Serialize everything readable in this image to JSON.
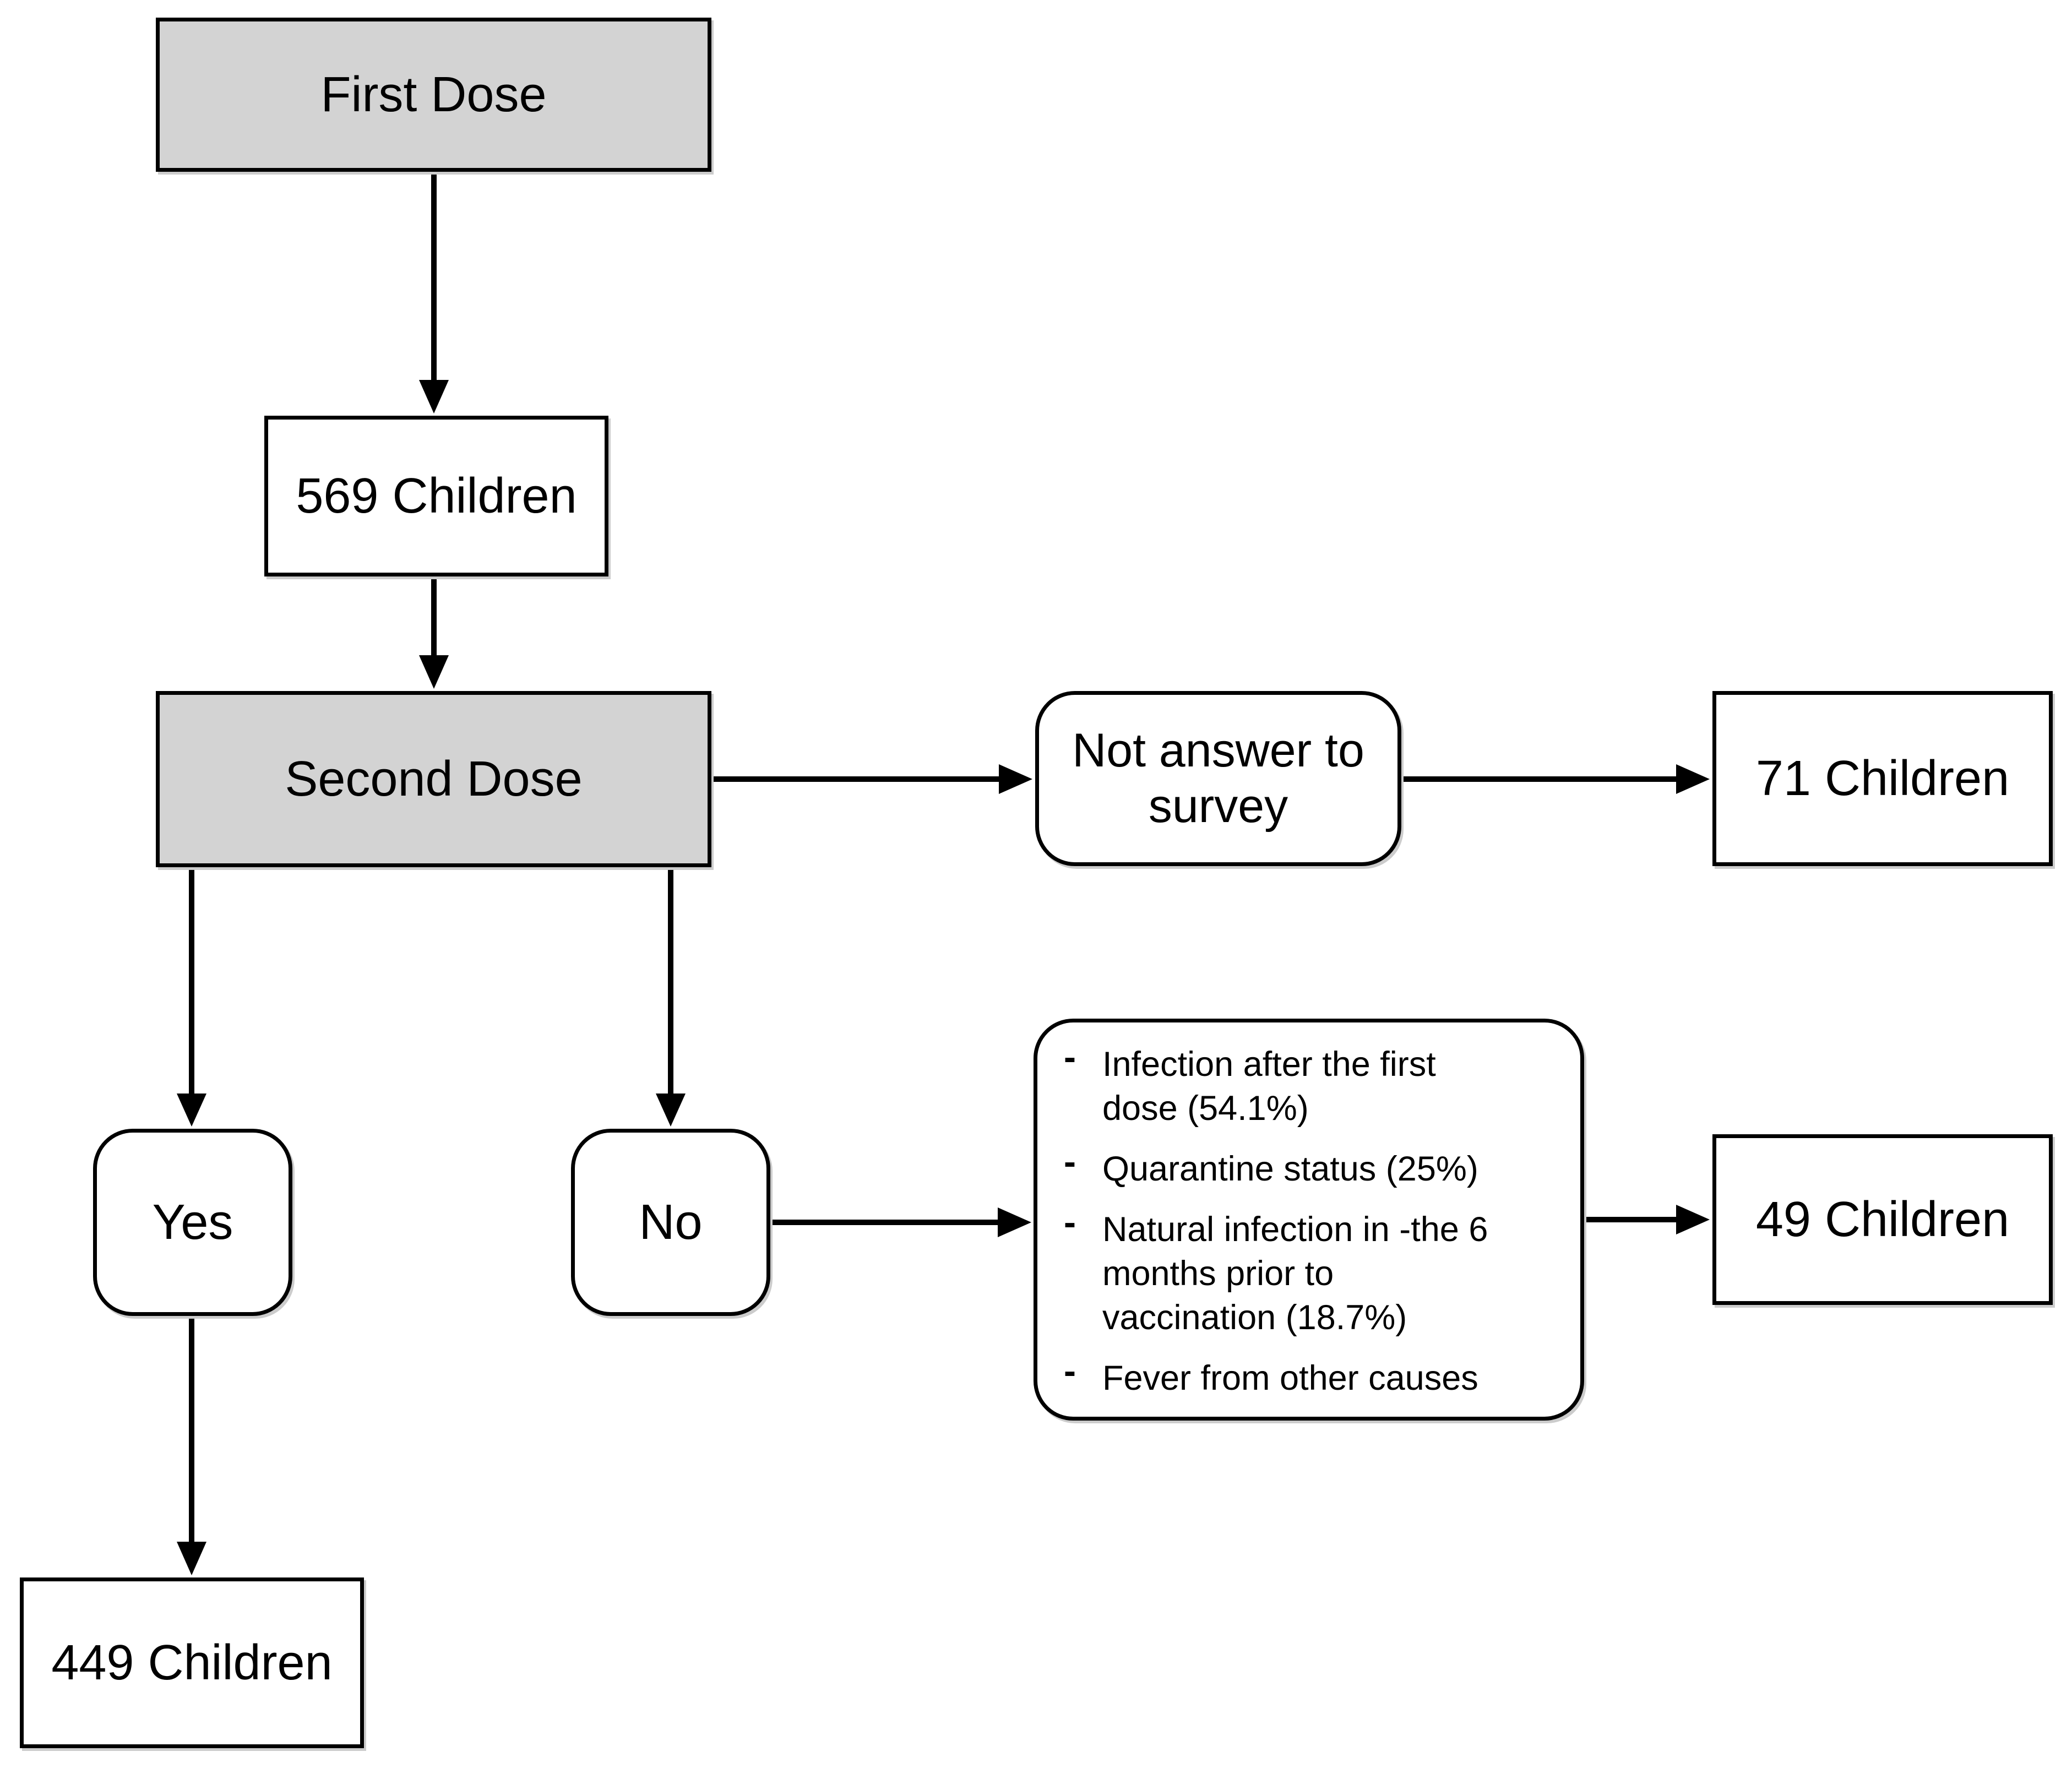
{
  "nodes": {
    "first_dose": {
      "label": "First Dose"
    },
    "children_569": {
      "label": "569 Children"
    },
    "second_dose": {
      "label": "Second Dose"
    },
    "not_answer": {
      "label": "Not answer to\nsurvey"
    },
    "children_71": {
      "label": "71 Children"
    },
    "yes": {
      "label": "Yes"
    },
    "no": {
      "label": "No"
    },
    "reasons": {
      "marker": "-",
      "bullets": [
        "Infection after the first\ndose (54.1%)",
        "Quarantine status (25%)",
        "Natural infection in -the 6\nmonths prior to\nvaccination (18.7%)",
        "Fever from other causes"
      ]
    },
    "children_49": {
      "label": "49 Children"
    },
    "children_449": {
      "label": "449 Children"
    }
  },
  "edges": [
    {
      "from": "first_dose",
      "to": "children_569"
    },
    {
      "from": "children_569",
      "to": "second_dose"
    },
    {
      "from": "second_dose",
      "to": "not_answer"
    },
    {
      "from": "not_answer",
      "to": "children_71"
    },
    {
      "from": "second_dose",
      "to": "yes"
    },
    {
      "from": "second_dose",
      "to": "no"
    },
    {
      "from": "yes",
      "to": "children_449"
    },
    {
      "from": "no",
      "to": "reasons"
    },
    {
      "from": "reasons",
      "to": "children_49"
    }
  ],
  "colors": {
    "highlight_fill": "#d3d3d3",
    "node_fill": "#ffffff",
    "line": "#000000"
  }
}
